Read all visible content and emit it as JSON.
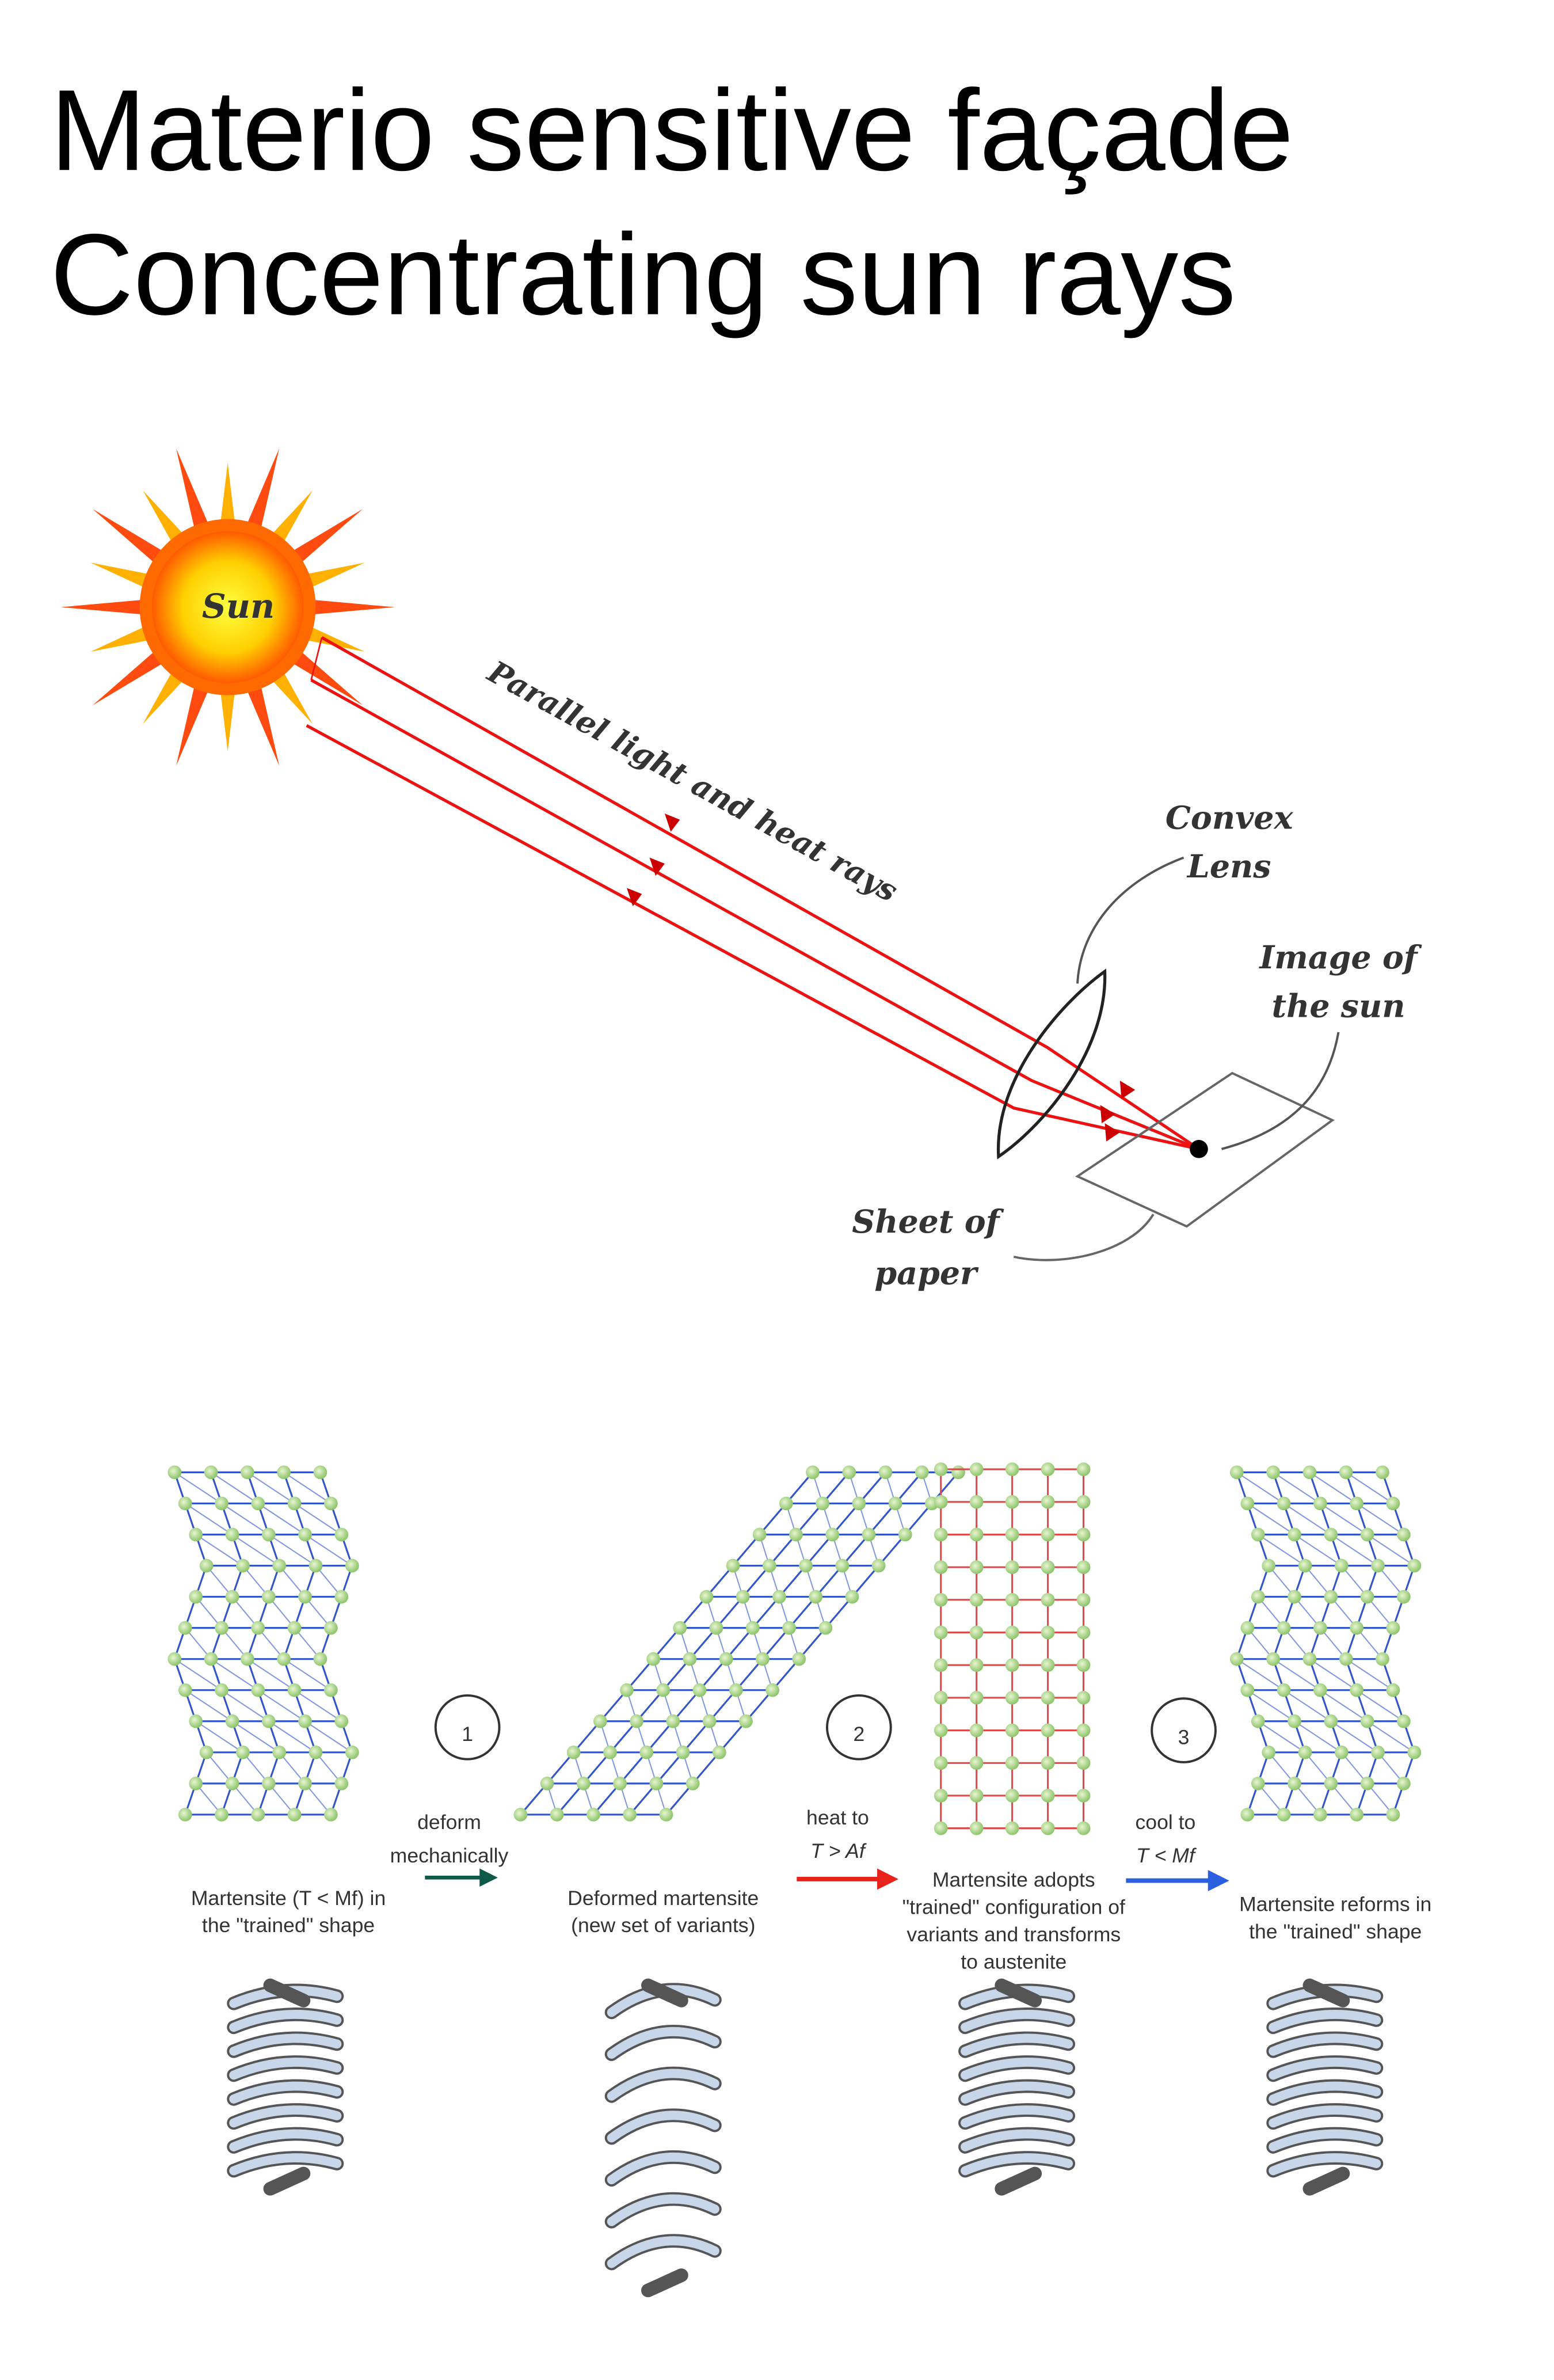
{
  "title": {
    "line1": "Materio sensitive façade",
    "line2": "Concentrating sun rays"
  },
  "lens_diagram": {
    "sun_label": "Sun",
    "rays_label": "Parallel light and heat rays",
    "lens_label": [
      "Convex",
      "Lens"
    ],
    "image_label": [
      "Image of",
      "the sun"
    ],
    "paper_label": [
      "Sheet of",
      "paper"
    ],
    "colors": {
      "ray": "#ee1111",
      "sun_core": "#ffe000",
      "sun_rays": "#ff6a00"
    }
  },
  "shape_memory": {
    "steps": [
      "1",
      "2",
      "3"
    ],
    "arrows": [
      {
        "line1": "deform",
        "line2": "mechanically",
        "color": "#0e5a48"
      },
      {
        "line1": "heat to",
        "line2": "T > Af",
        "color": "#e8231c"
      },
      {
        "line1": "cool to",
        "line2": "T < Mf",
        "color": "#2a5fe0"
      }
    ],
    "captions": [
      [
        "Martensite (T < Mf) in",
        "the \"trained\" shape"
      ],
      [
        "Deformed martensite",
        "(new set of variants)"
      ],
      [
        "Martensite adopts",
        "\"trained\" configuration of",
        "variants and transforms",
        "to austenite"
      ],
      [
        "Martensite reforms in",
        "the \"trained\" shape"
      ]
    ]
  }
}
